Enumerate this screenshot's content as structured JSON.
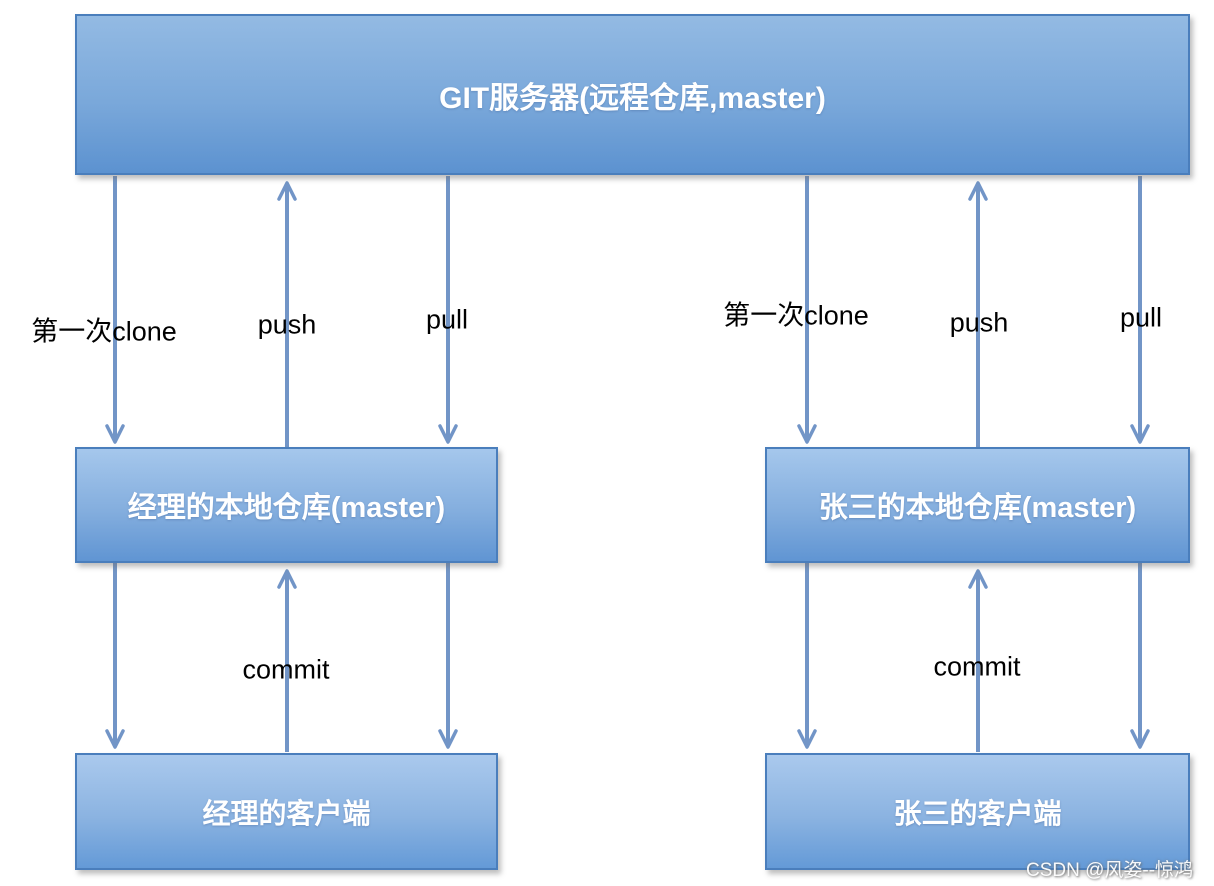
{
  "diagram": {
    "server_box": {
      "label": "GIT服务器(远程仓库,master)"
    },
    "left": {
      "repo_box": {
        "label": "经理的本地仓库(master)"
      },
      "client_box": {
        "label": "经理的客户端"
      },
      "labels": {
        "clone": "第一次clone",
        "push": "push",
        "pull": "pull",
        "commit": "commit"
      }
    },
    "right": {
      "repo_box": {
        "label": "张三的本地仓库(master)"
      },
      "client_box": {
        "label": "张三的客户端"
      },
      "labels": {
        "clone": "第一次clone",
        "push": "push",
        "pull": "pull",
        "commit": "commit"
      }
    },
    "colors": {
      "box_border": "#4a7ebc",
      "box_gradient_top": "#a5c7ec",
      "box_gradient_bottom": "#5c92d0",
      "arrow": "#7295c7",
      "box_text": "#ffffff",
      "label_text": "#000000"
    }
  },
  "watermark": {
    "text": "CSDN @风姿--惊鸿"
  }
}
